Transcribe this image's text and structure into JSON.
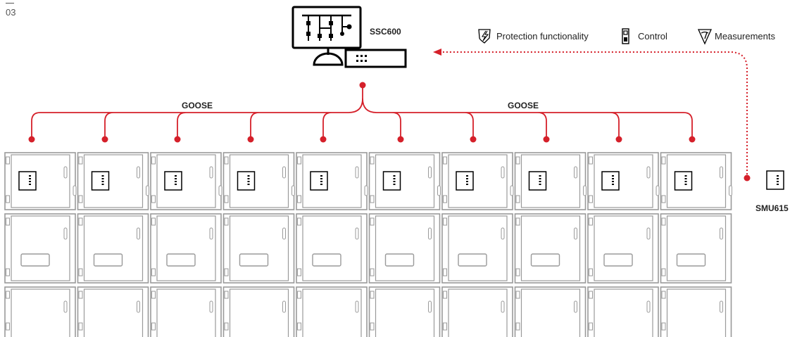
{
  "figure_number": "03",
  "central_unit": {
    "label": "SSC600"
  },
  "merging_unit": {
    "label": "SMU615"
  },
  "goose_labels": [
    "GOOSE",
    "GOOSE"
  ],
  "legend": [
    {
      "icon": "lightning-shield-icon",
      "label": "Protection functionality"
    },
    {
      "icon": "control-switch-icon",
      "label": "Control"
    },
    {
      "icon": "measurement-meter-icon",
      "label": "Measurements"
    }
  ],
  "bays": 10,
  "colors": {
    "accent": "#d5202a",
    "line": "#000000",
    "cabinet": "#9a9a9a"
  }
}
